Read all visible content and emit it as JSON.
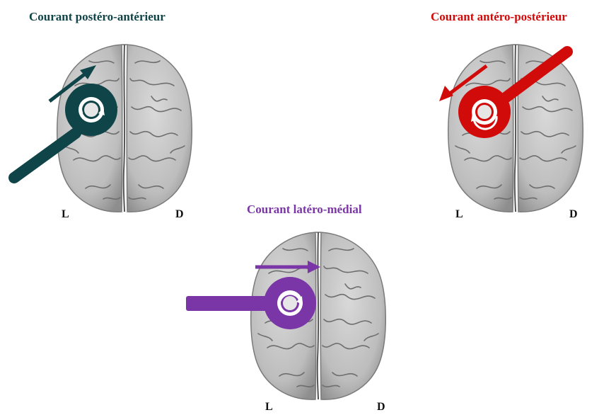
{
  "panels": {
    "postero_anterior": {
      "title": "Courant postéro-antérieur",
      "color": "#0f4448",
      "left_label": "L",
      "right_label": "D"
    },
    "antero_posterior": {
      "title": "Courant antéro-postérieur",
      "color": "#d10a0a",
      "left_label": "L",
      "right_label": "D"
    },
    "latero_medial": {
      "title": "Courant latéro-médial",
      "color": "#7a35a6",
      "left_label": "L",
      "right_label": "D"
    }
  },
  "icons": {
    "brain": "brain-top-view-icon",
    "coil": "tms-coil-icon",
    "arrow": "current-direction-arrow-icon",
    "rotation": "circular-current-icon"
  }
}
